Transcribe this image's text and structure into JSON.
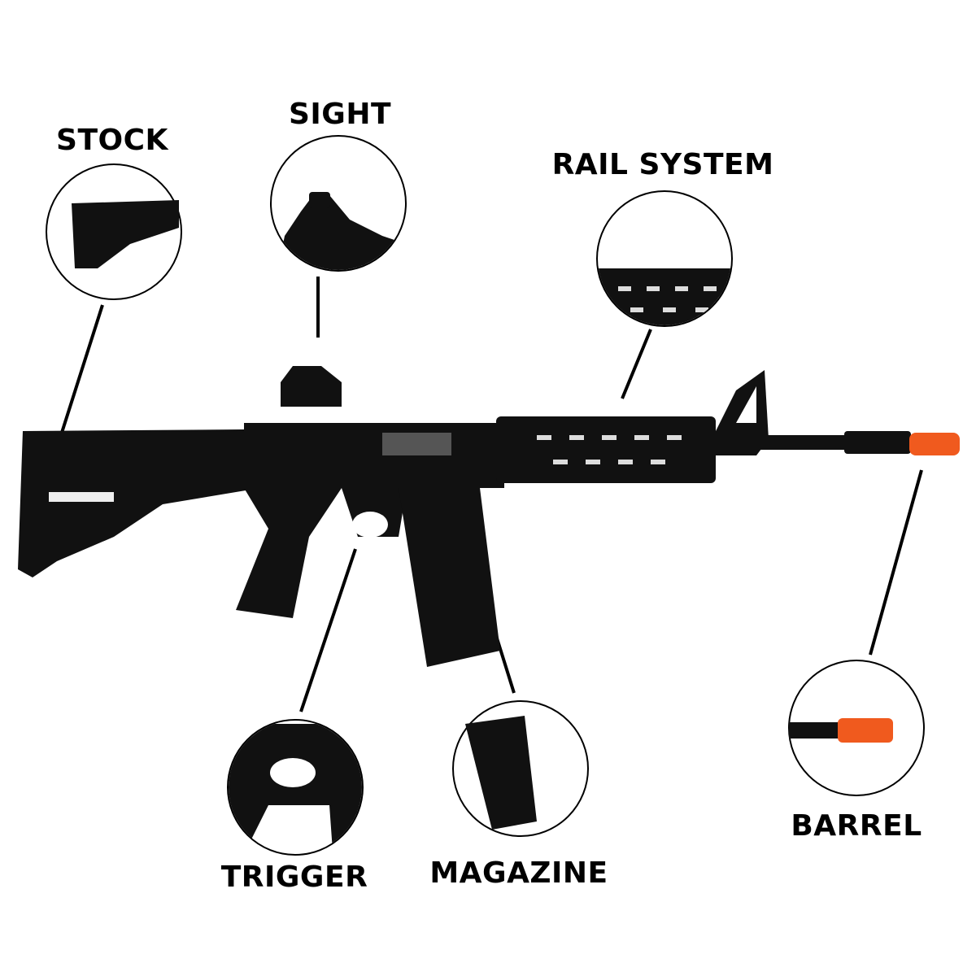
{
  "labels": {
    "stock": "STOCK",
    "sight": "SIGHT",
    "rail_system": "RAIL SYSTEM",
    "trigger": "TRIGGER",
    "magazine": "MAGAZINE",
    "barrel": "BARREL"
  },
  "colors": {
    "rifle": "#111111",
    "muzzle_tip": "#f05a1e",
    "line": "#000000"
  }
}
